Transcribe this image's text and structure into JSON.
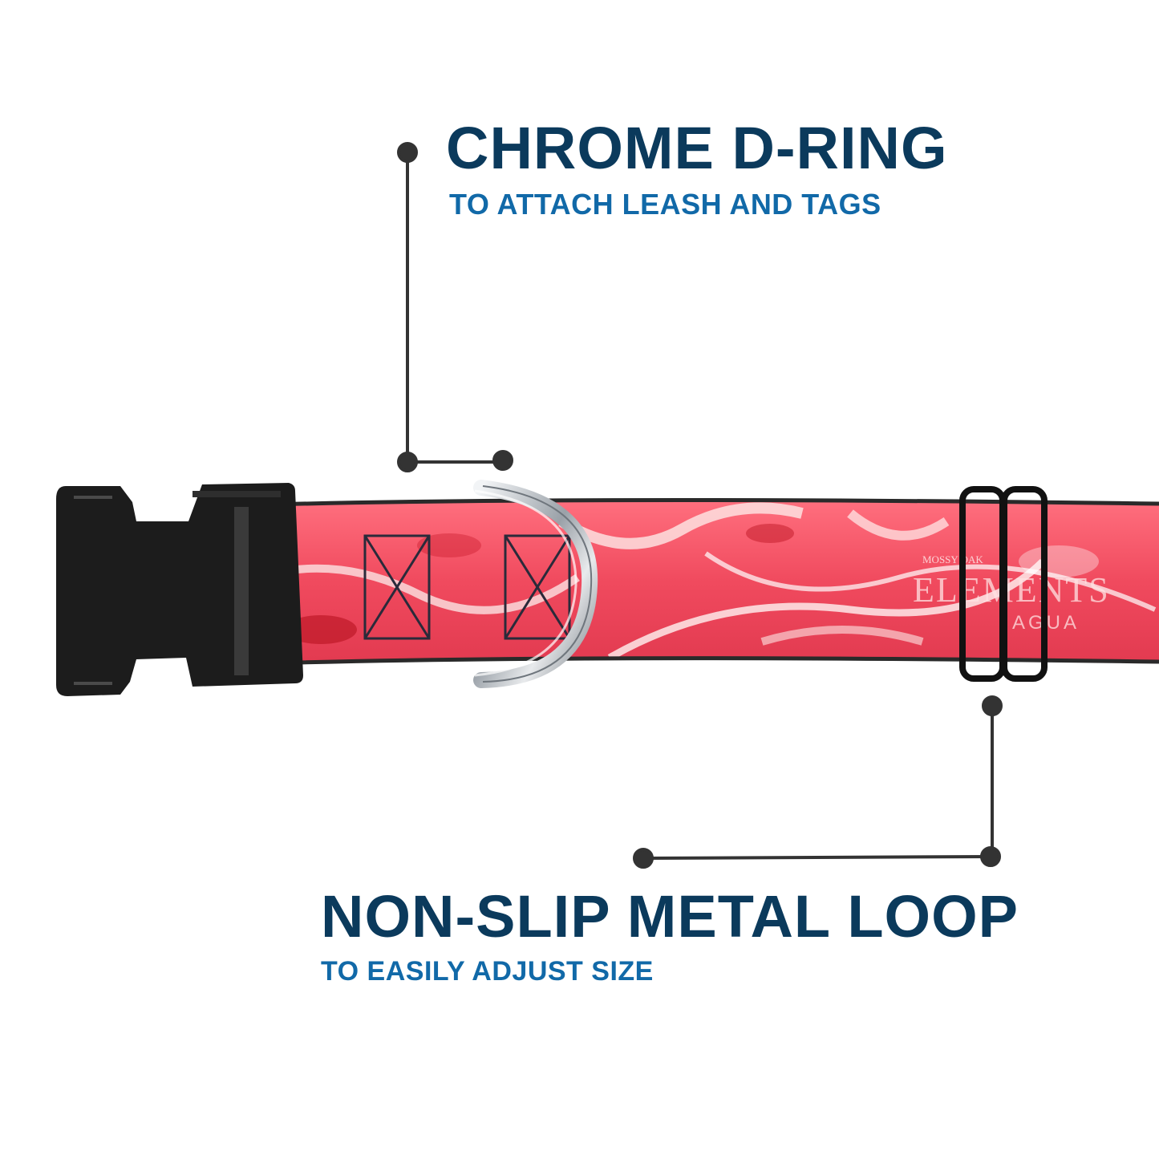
{
  "colors": {
    "headline": "#0b3a5c",
    "subline": "#1169a8",
    "callout_line": "#333333",
    "webbing": "#f04a5e",
    "buckle": "#1b1b1b",
    "chrome": "#b9bec4",
    "slider": "#111111"
  },
  "callouts": {
    "dring": {
      "title": "CHROME D-RING",
      "subtitle": "TO ATTACH LEASH AND TAGS"
    },
    "loop": {
      "title": "NON-SLIP METAL LOOP",
      "subtitle": "TO EASILY ADJUST SIZE"
    }
  },
  "product": {
    "brand_logo": "ELEMENTS",
    "brand_logo_sub": "AGUA",
    "brand_logo_top": "MOSSY OAK"
  }
}
